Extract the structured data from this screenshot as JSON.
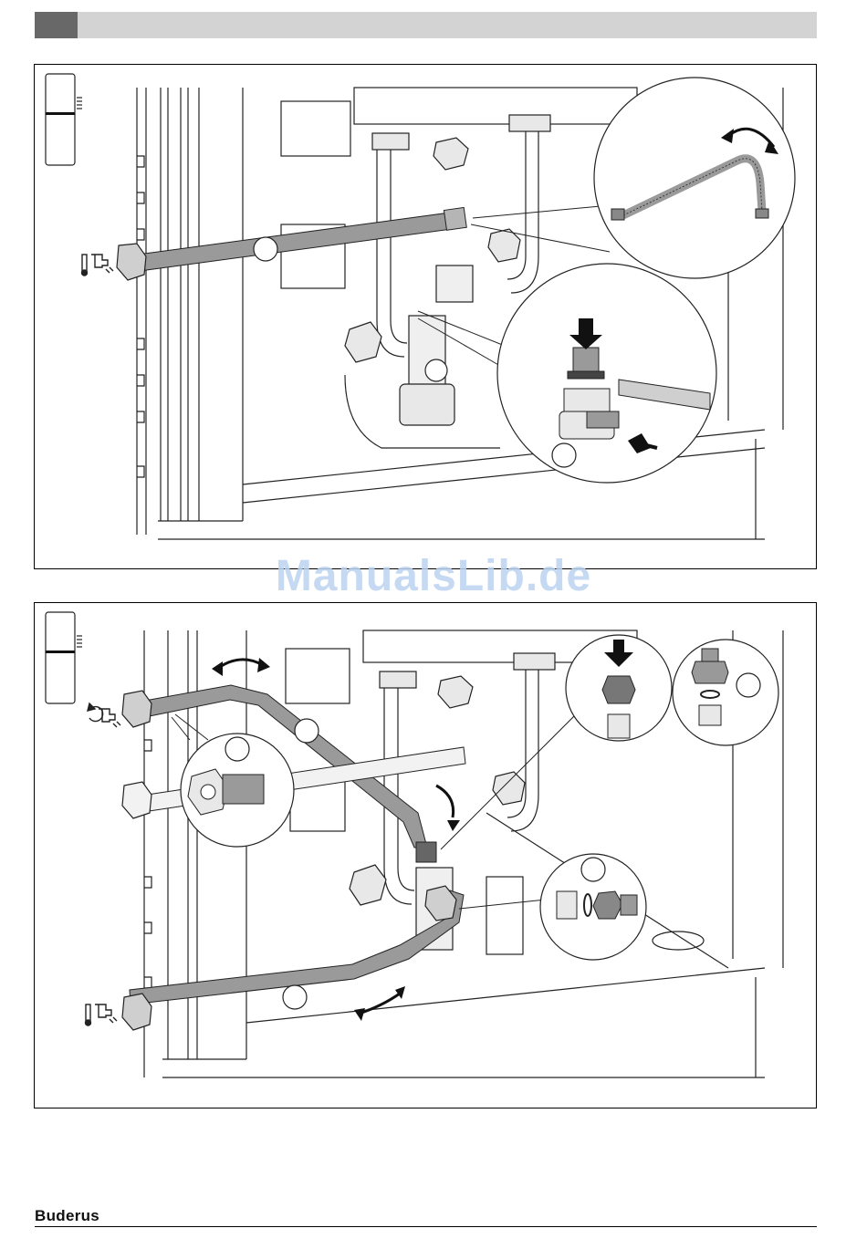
{
  "watermark": "ManualsLib.de",
  "footer": {
    "brand": "Buderus"
  },
  "icons": {
    "header_tab": "dark-grey-tab",
    "figure1_side": "unit-side-panel-icon",
    "figure1_tap": "hot-water-tap-icon",
    "figure2_side": "unit-side-panel-icon",
    "figure2_circulation": "circulation-tap-icon",
    "figure2_tap": "hot-water-tap-icon"
  },
  "colors": {
    "header_bar": "#d3d3d3",
    "header_tab": "#686868",
    "watermark": "#bcd3f0",
    "pipe": "#9a9a9a"
  }
}
